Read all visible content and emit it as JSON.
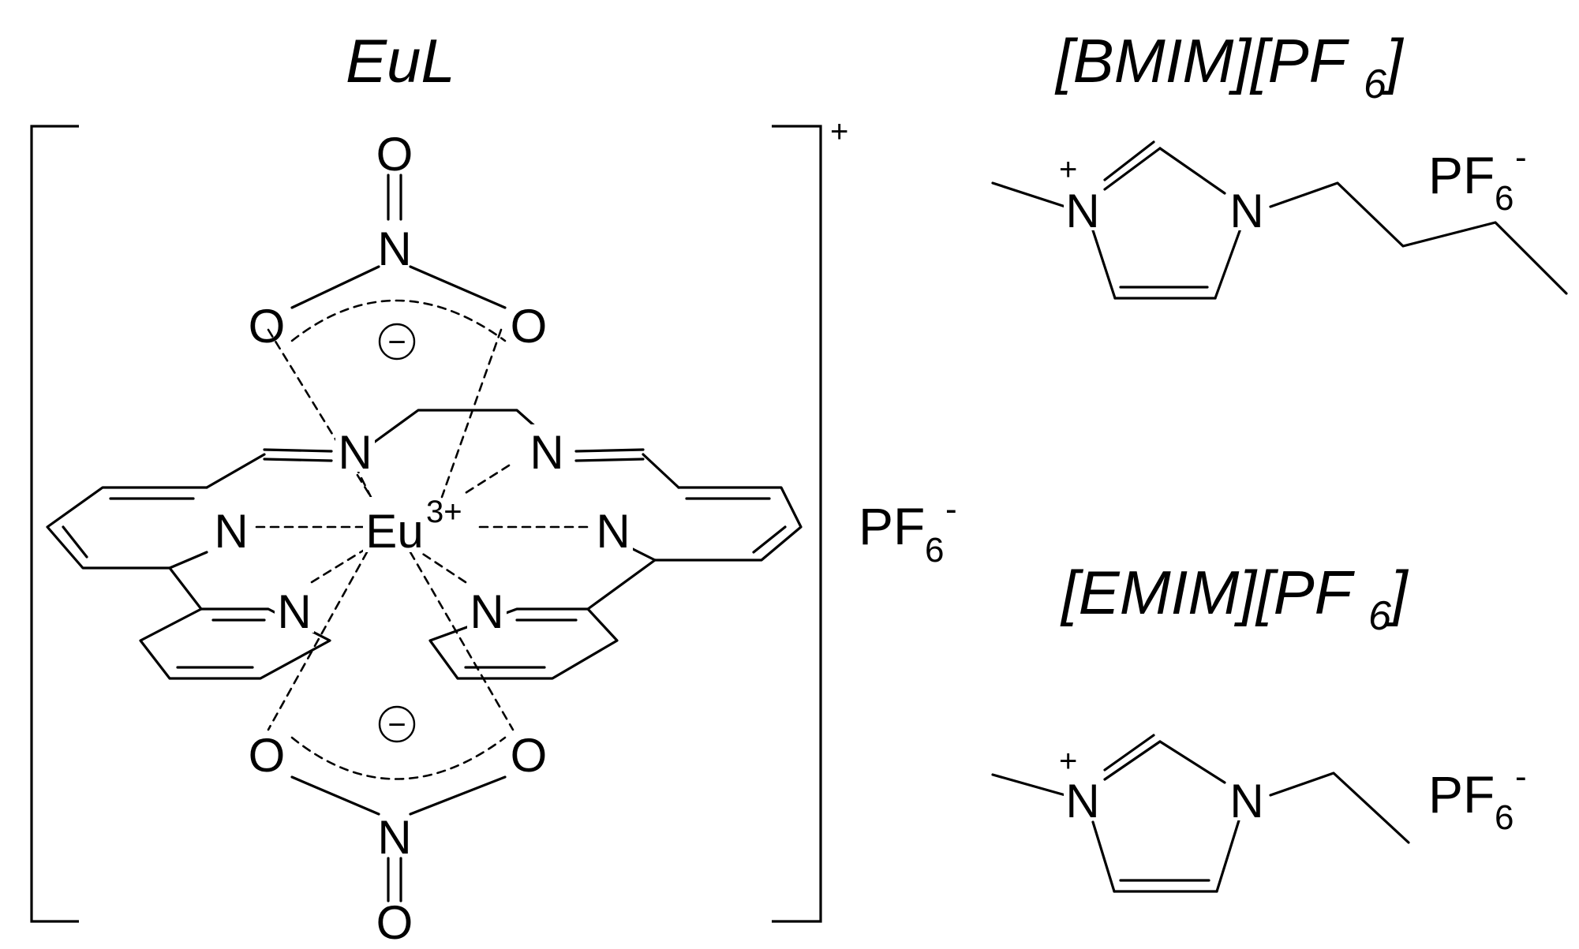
{
  "eul": {
    "title": "EuL",
    "metal_symbol": "Eu",
    "metal_charge": "3+",
    "complex_charge": "+",
    "nitrate_charge": "−",
    "atoms": {
      "n_label": "N",
      "o_label": "O"
    },
    "counter_ion": {
      "base": "PF",
      "sub": "6",
      "sup": "-"
    }
  },
  "bmim": {
    "title_pre": "[BMIM][PF",
    "title_sub": "6",
    "title_post": "]",
    "n_plus_label": "N",
    "n_plus_charge": "+",
    "n_label": "N",
    "anion": {
      "base": "PF",
      "sub": "6",
      "sup": "-"
    }
  },
  "emim": {
    "title_pre": "[EMIM][PF",
    "title_sub": "6",
    "title_post": "]",
    "n_plus_label": "N",
    "n_plus_charge": "+",
    "n_label": "N",
    "anion": {
      "base": "PF",
      "sub": "6",
      "sup": "-"
    }
  }
}
